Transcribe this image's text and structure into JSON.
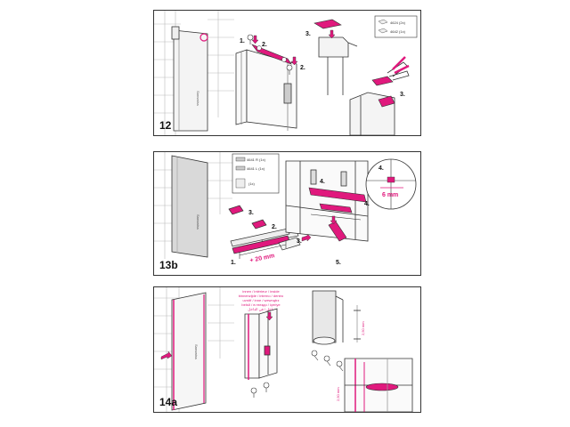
{
  "colors": {
    "accent": "#e0197d",
    "line": "#333333",
    "tile": "#bbbbbb",
    "glass": "#dddddd"
  },
  "panel12": {
    "step": "12",
    "marks": {
      "m1": "1.",
      "m2a": "2.",
      "m2b": "2.",
      "m3a": "3.",
      "m3b": "3."
    },
    "legend": {
      "a": "4624 (2x)",
      "b": "4642 (1x)"
    },
    "door_brand": "Sanswiss"
  },
  "panel13b": {
    "step": "13b",
    "parts": {
      "r": "4641 R (1x)",
      "l": "4641 L (1x)",
      "x": "(1x)"
    },
    "marks": {
      "m1": "1.",
      "m2": "2.",
      "m3a": "3.",
      "m3b": "3.",
      "m4a": "4.",
      "m4b": "4.",
      "m5": "5."
    },
    "measure": "+ 20 mm",
    "detail": {
      "num": "4.",
      "gap": "6 mm"
    },
    "door_brand": "Sanswiss"
  },
  "panel14a": {
    "step": "14a",
    "inside_lines": [
      "innen / intérieur / inside",
      "binnenzijde / interno / dentro",
      "uvnitř / inne / wewnątrz",
      "belső / в гнездо / içeriye",
      "داخل / في الداخل"
    ],
    "dim_a": "2,50 mm",
    "dim_b": "2,50 mm",
    "door_brand": "Sanswiss"
  }
}
